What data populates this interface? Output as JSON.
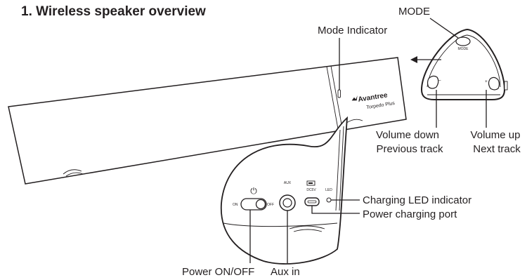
{
  "title": "1. Wireless speaker overview",
  "callouts": {
    "mode": "MODE",
    "mode_indicator": "Mode Indicator",
    "volume_down_line1": "Volume down",
    "volume_down_line2": "Previous track",
    "volume_up_line1": "Volume up",
    "volume_up_line2": "Next track",
    "charging_led": "Charging LED indicator",
    "charging_port": "Power charging port",
    "power": "Power ON/OFF",
    "aux_in": "Aux in"
  },
  "device": {
    "brand": "Avantree",
    "model": "Torpedo Plus",
    "mode_button": "MODE",
    "minus": "−",
    "plus": "+",
    "aux": "AUX",
    "dc5v": "DC5V",
    "led": "LED",
    "on": "ON",
    "off": "OFF"
  }
}
